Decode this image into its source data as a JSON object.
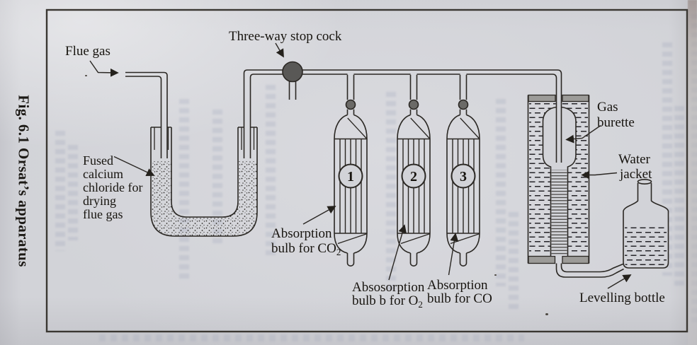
{
  "figure": {
    "caption": "Fig. 6.1 Orsat’s apparatus"
  },
  "labels": {
    "flue_gas": "Flue gas",
    "stop_cock": "Three-way stop cock",
    "drying_tube": {
      "lines": [
        "Fused",
        "calcium",
        "chloride for",
        "drying",
        "flue gas"
      ]
    },
    "bulb_co2": {
      "line1": "Absorption",
      "line2": "bulb for CO",
      "sub": "2"
    },
    "bulb_o2": {
      "line1": "Absosorption",
      "line2": "bulb b for O",
      "sub": "2"
    },
    "bulb_co": {
      "line1": "Absorption",
      "line2": "bulb for CO"
    },
    "gas_burette": {
      "line1": "Gas",
      "line2": "burette"
    },
    "water_jacket": {
      "line1": "Water",
      "line2": "jacket"
    },
    "levelling_bottle": "Levelling bottle"
  },
  "bulb_numbers": [
    "1",
    "2",
    "3"
  ],
  "colors": {
    "ink": "#2a2723",
    "paper": "#d2d3d8",
    "stopcock_fill": "#595856",
    "bulb_cock_fill": "#6b6a67",
    "bung_gray": "#9c9b98",
    "showthrough": "#747ea0"
  }
}
